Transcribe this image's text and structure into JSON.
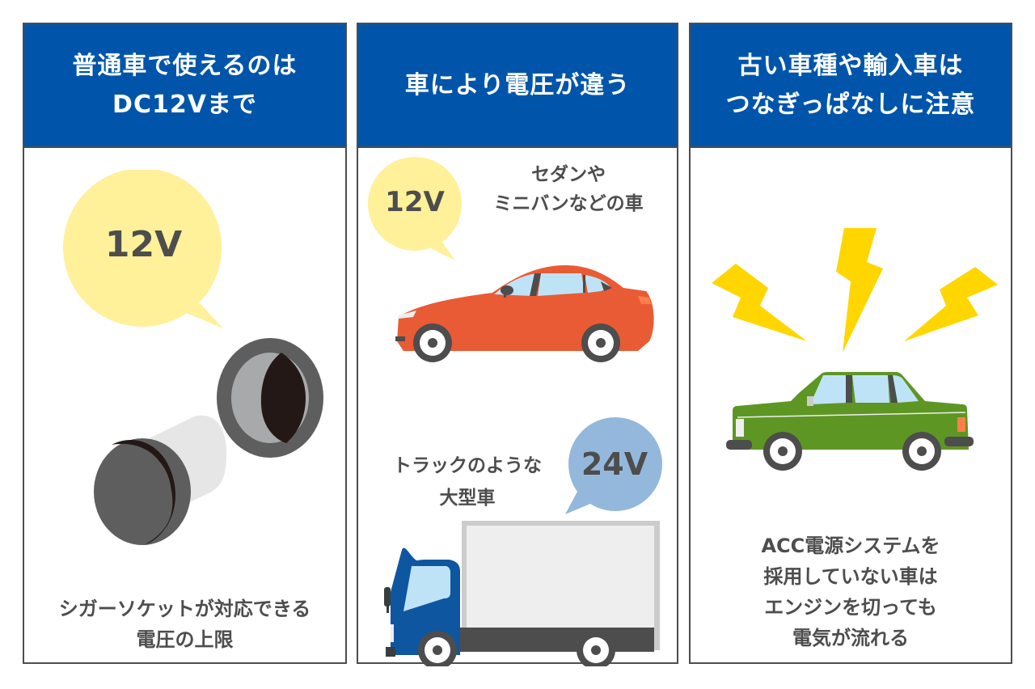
{
  "colors": {
    "header_bg": "#0055aa",
    "border": "#4d4d4d",
    "text": "#4d4d4d",
    "bubble_yellow": "#fff09a",
    "bubble_blue": "#94b8dc",
    "sedan_red": "#e95b35",
    "truck_blue": "#0f56a0",
    "old_car_green": "#5e9624",
    "lightning_yellow": "#ffd600"
  },
  "panels": [
    {
      "header": {
        "line1": "普通車で使えるのは",
        "line2": "DC12Vまで"
      },
      "bubble": {
        "label": "12V",
        "color": "yellow"
      },
      "illustration": "cigar-socket-and-plug",
      "caption": {
        "line1": "シガーソケットが対応できる",
        "line2": "電圧の上限"
      }
    },
    {
      "header": {
        "line1": "車により電圧が違う"
      },
      "sedan": {
        "bubble": {
          "label": "12V",
          "color": "yellow"
        },
        "description": {
          "line1": "セダンや",
          "line2": "ミニバンなどの車"
        },
        "illustration": "red-sedan"
      },
      "truck": {
        "bubble": {
          "label": "24V",
          "color": "blue"
        },
        "description": {
          "line1": "トラックのような",
          "line2": "大型車"
        },
        "illustration": "blue-box-truck"
      }
    },
    {
      "header": {
        "line1": "古い車種や輸入車は",
        "line2": "つなぎっぱなしに注意"
      },
      "illustration": "green-old-car-with-lightning",
      "caption": {
        "line1": "ACC電源システムを",
        "line2": "採用していない車は",
        "line3": "エンジンを切っても",
        "line4": "電気が流れる"
      }
    }
  ]
}
